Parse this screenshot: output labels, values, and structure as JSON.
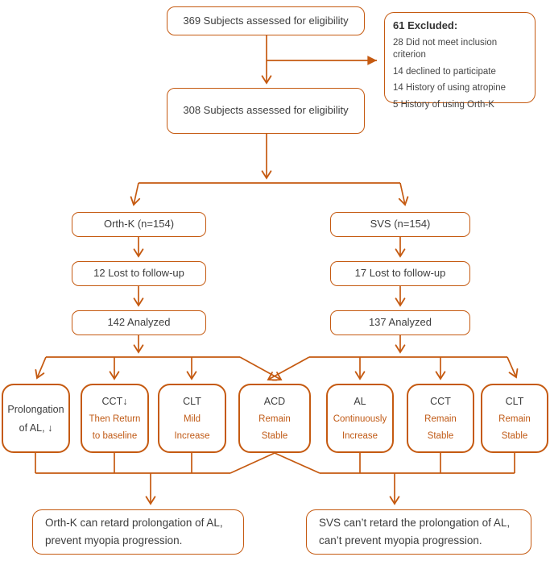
{
  "colors": {
    "accent": "#C55A11",
    "text_dark": "#3D3D3D",
    "text_orange": "#C05A16",
    "background": "#FFFFFF"
  },
  "flow": {
    "assessed_369": "369 Subjects assessed for eligibility",
    "excluded": {
      "title": "61 Excluded:",
      "items": [
        "28 Did not meet inclusion criterion",
        "14 declined to participate",
        "14 History of using atropine",
        "5 History of using Orth-K"
      ]
    },
    "assessed_308": "308 Subjects assessed for eligibility",
    "orthk": {
      "allocation": "Orth-K (n=154)",
      "lost": "12 Lost to follow-up",
      "analyzed": "142 Analyzed",
      "conclusion_line1": "Orth-K can retard prolongation of AL,",
      "conclusion_line2": "prevent myopia progression."
    },
    "svs": {
      "allocation": "SVS (n=154)",
      "lost": "17 Lost to follow-up",
      "analyzed": "137 Analyzed",
      "conclusion_line1": "SVS can’t retard the prolongation of AL,",
      "conclusion_line2": "can’t prevent myopia progression."
    },
    "outcomes": [
      {
        "line1": "Prolongation",
        "line2": "of AL, ↓"
      },
      {
        "line1": "CCT↓",
        "line2": "Then Return",
        "line3": "to baseline"
      },
      {
        "line1": "CLT",
        "line2": "Mild",
        "line3": "Increase"
      },
      {
        "line1": "ACD",
        "line2": "Remain",
        "line3": "Stable"
      },
      {
        "line1": "AL",
        "line2": "Continuously",
        "line3": "Increase"
      },
      {
        "line1": "CCT",
        "line2": "Remain",
        "line3": "Stable"
      },
      {
        "line1": "CLT",
        "line2": "Remain",
        "line3": "Stable"
      }
    ]
  }
}
